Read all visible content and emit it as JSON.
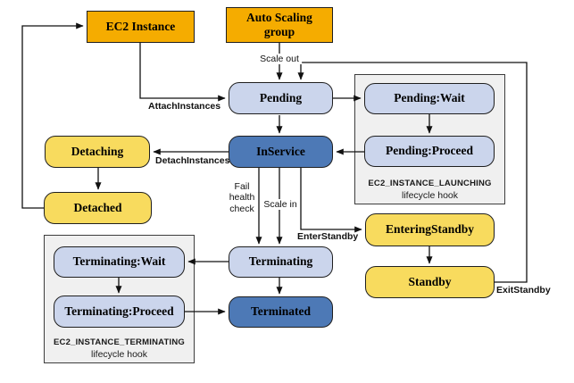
{
  "colors": {
    "orange": "#F5AC00",
    "light_blue": "#CBD5EC",
    "dark_blue": "#4D79B6",
    "yellow": "#F8DB5E",
    "hook_bg": "#F0F0F0"
  },
  "nodes": {
    "ec2_instance": "EC2 Instance",
    "auto_scaling_group": "Auto Scaling\ngroup",
    "pending": "Pending",
    "pending_wait": "Pending:Wait",
    "pending_proceed": "Pending:Proceed",
    "in_service": "InService",
    "detaching": "Detaching",
    "detached": "Detached",
    "terminating": "Terminating",
    "terminated": "Terminated",
    "terminating_wait": "Terminating:Wait",
    "terminating_proceed": "Terminating:Proceed",
    "entering_standby": "EnteringStandby",
    "standby": "Standby"
  },
  "edge_labels": {
    "scale_out": "Scale out",
    "attach_instances": "AttachInstances",
    "detach_instances": "DetachInstances",
    "fail_health_check": "Fail\nhealth\ncheck",
    "scale_in": "Scale in",
    "enter_standby": "EnterStandby",
    "exit_standby": "ExitStandby"
  },
  "containers": {
    "launching": {
      "name": "EC2_INSTANCE_LAUNCHING",
      "caption": "lifecycle hook"
    },
    "terminating": {
      "name": "EC2_INSTANCE_TERMINATING",
      "caption": "lifecycle hook"
    }
  }
}
